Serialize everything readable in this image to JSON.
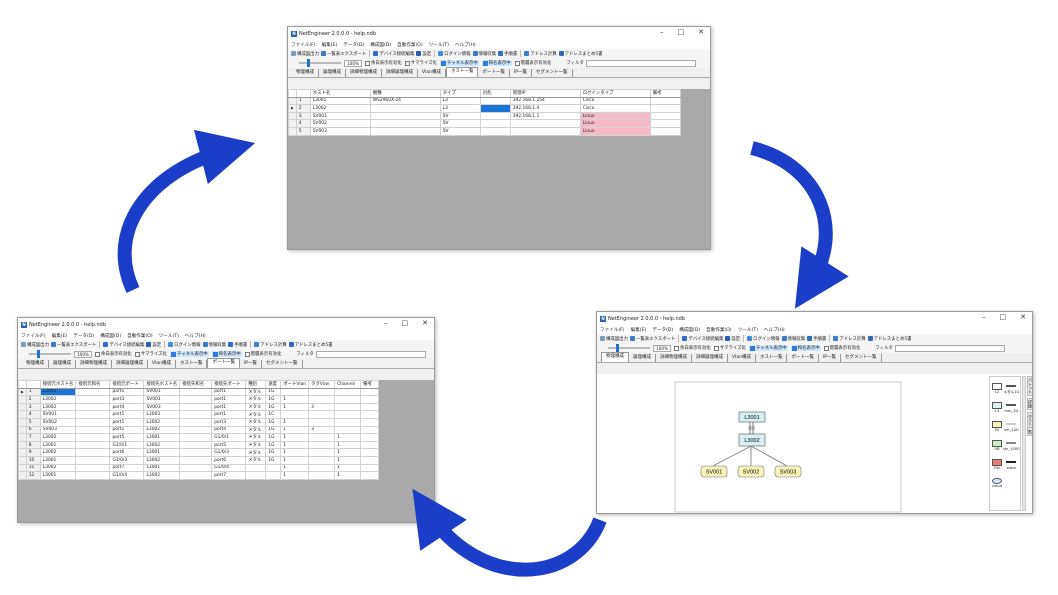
{
  "app": {
    "title": "NetEngineer 2.0.0.0 - help.ndb",
    "icon_letter": "N",
    "menu": [
      "ファイル(F)",
      "編集(E)",
      "データ(D)",
      "構成図(D)",
      "自動作業(O)",
      "ツール(T)",
      "ヘルプ(H)"
    ],
    "toolbar": [
      {
        "label": "構成図出力",
        "icon": "export-diagram-icon",
        "color": "#7a9cc9"
      },
      {
        "label": "一覧表エクスポート",
        "icon": "table-export-icon",
        "color": "#3f7ac8"
      },
      {
        "label": "デバイス接続編集",
        "icon": "device-connection-icon",
        "color": "#2f6cd0"
      },
      {
        "label": "設定",
        "icon": "gear-icon",
        "color": "#2a5db0"
      },
      {
        "label": "ログイン情報",
        "icon": "login-info-icon",
        "color": "#3f8ee0"
      },
      {
        "label": "情報収集",
        "icon": "collect-info-icon",
        "color": "#3a78c9"
      },
      {
        "label": "手順書",
        "icon": "manual-icon",
        "color": "#2e6ec2"
      },
      {
        "label": "アドレス計算",
        "icon": "address-calc-icon",
        "color": "#3d7fd1"
      },
      {
        "label": "アドレスまとめ5書",
        "icon": "address-summary-icon",
        "color": "#3567bf"
      }
    ],
    "zoom": "100%",
    "options": [
      {
        "label": "余白表示有効化",
        "checked": false
      },
      {
        "label": "サマライズ化",
        "checked": false
      },
      {
        "label": "チャネル表示中",
        "checked": true
      },
      {
        "label": "和名表示中",
        "checked": true
      },
      {
        "label": "階層表示有効化",
        "checked": false
      }
    ],
    "filter_label": "フィルタ",
    "tabs": [
      "物理構成",
      "論理構成",
      "詳細物理構成",
      "詳細論理構成",
      "Vlan構成",
      "ホスト一覧",
      "ポート一覧",
      "IP一覧",
      "セグメント一覧"
    ]
  },
  "host_window": {
    "active_tab": 5,
    "columns": [
      "ホスト名",
      "機種",
      "タイプ",
      "対危",
      "管理IP",
      "ログインタイプ",
      "備考"
    ],
    "rows": [
      {
        "num": "1",
        "cells": [
          "L3001",
          "WS2960X-24",
          "L3",
          "",
          "192.168.1.254",
          "Cisco",
          ""
        ]
      },
      {
        "num": "2",
        "cells": [
          "L3002",
          "",
          "L3",
          "",
          "192.168.1.4",
          "Cisco",
          ""
        ],
        "current": true,
        "blue_col": 3
      },
      {
        "num": "3",
        "cells": [
          "SV001",
          "",
          "SV",
          "",
          "192.168.1.1",
          "Linux",
          ""
        ],
        "pink": true
      },
      {
        "num": "4",
        "cells": [
          "SV002",
          "",
          "SV",
          "",
          "",
          "Linux",
          ""
        ],
        "pink": true
      },
      {
        "num": "5",
        "cells": [
          "SV003",
          "",
          "SV",
          "",
          "",
          "Linux",
          ""
        ],
        "pink": true
      }
    ]
  },
  "diagram_window": {
    "active_tab": 0,
    "nodes": [
      "L3001",
      "L3002",
      "SV001",
      "SV002",
      "SV003"
    ],
    "palette": [
      {
        "label": "L2",
        "icon": "l2-switch-icon",
        "color": "#ffffff"
      },
      {
        "label": "メタル1G",
        "icon": "metal-1g-line-icon",
        "color": "#555555"
      },
      {
        "label": "L3",
        "icon": "l3-switch-icon",
        "color": "#d7f1f5"
      },
      {
        "label": "mm_1G",
        "icon": "mm-1g-line-icon",
        "color": "#555555"
      },
      {
        "label": "SV",
        "icon": "server-icon",
        "color": "#f7f3b8"
      },
      {
        "label": "sm_10G",
        "icon": "sm-10g-line-icon",
        "color": "#cccccc"
      },
      {
        "label": "UB",
        "icon": "ub-icon",
        "color": "#c9f0c4"
      },
      {
        "label": "sm_100G",
        "icon": "sm-100g-line-icon",
        "color": "#888888"
      },
      {
        "label": "FW",
        "icon": "firewall-icon",
        "color": "#ee7777"
      },
      {
        "label": "stack",
        "icon": "stack-line-icon",
        "color": "#222222"
      },
      {
        "label": "cloud",
        "icon": "cloud-icon",
        "color": "#dfe6f7"
      }
    ],
    "side_tabs": [
      "パレット",
      "詳細",
      "ホスト一覧"
    ]
  },
  "port_window": {
    "active_tab": 6,
    "columns": [
      "接続元ホスト名",
      "接続元和名",
      "接続元ポート",
      "接続先ホスト名",
      "接続先和名",
      "接続先ポート",
      "種別",
      "速度",
      "ポートVlan",
      "タグVlan",
      "Channel",
      "備考"
    ],
    "rows": [
      {
        "num": "1",
        "cells": [
          "L3002",
          "",
          "port1",
          "SV001",
          "",
          "port1",
          "メタル",
          "1G",
          "",
          "",
          "",
          ""
        ],
        "current": true,
        "blue_col": 0
      },
      {
        "num": "2",
        "cells": [
          "L3002",
          "",
          "port3",
          "SV001",
          "",
          "port1",
          "メタル",
          "1G",
          "1",
          "",
          "",
          ""
        ]
      },
      {
        "num": "3",
        "cells": [
          "L3002",
          "",
          "port4",
          "SV003",
          "",
          "port1",
          "メタル",
          "1G",
          "1",
          "3",
          "",
          ""
        ]
      },
      {
        "num": "4",
        "cells": [
          "SV001",
          "",
          "port1",
          "L3003",
          "",
          "port1",
          "メタル",
          "1C",
          "",
          "",
          "",
          ""
        ]
      },
      {
        "num": "5",
        "cells": [
          "SV002",
          "",
          "port1",
          "L3002",
          "",
          "port3",
          "メタル",
          "1G",
          "1",
          "",
          "",
          ""
        ]
      },
      {
        "num": "6",
        "cells": [
          "SV003",
          "",
          "port1",
          "L3002",
          "",
          "port4",
          "メタル",
          "1G",
          "1",
          "3",
          "",
          ""
        ]
      },
      {
        "num": "7",
        "cells": [
          "L3002",
          "",
          "port5",
          "L3001",
          "",
          "G1/0/1",
          "メタル",
          "1G",
          "1",
          "",
          "1",
          ""
        ]
      },
      {
        "num": "8",
        "cells": [
          "L3001",
          "",
          "G1/0/1",
          "L3002",
          "",
          "port5",
          "メタル",
          "1G",
          "1",
          "",
          "1",
          ""
        ]
      },
      {
        "num": "9",
        "cells": [
          "L3002",
          "",
          "port6",
          "L3001",
          "",
          "G1/0/3",
          "メタル",
          "1G",
          "1",
          "",
          "1",
          ""
        ]
      },
      {
        "num": "10",
        "cells": [
          "L3001",
          "",
          "G1/0/3",
          "L3002",
          "",
          "port6",
          "メタル",
          "1G",
          "1",
          "",
          "1",
          ""
        ]
      },
      {
        "num": "11",
        "cells": [
          "L3002",
          "",
          "port7",
          "L3001",
          "",
          "G1/0/4",
          "",
          "",
          "1",
          "",
          "1",
          ""
        ]
      },
      {
        "num": "12",
        "cells": [
          "L3001",
          "",
          "G1/0/4",
          "L3002",
          "",
          "port7",
          "",
          "",
          "1",
          "",
          "1",
          ""
        ]
      }
    ]
  },
  "colors": {
    "arrow": "#1a3ec8",
    "selection": "#1b74d6",
    "linux_highlight": "#f7b9c6",
    "check_on": "#cde7ff",
    "grid_background": "#a9a9a9"
  }
}
